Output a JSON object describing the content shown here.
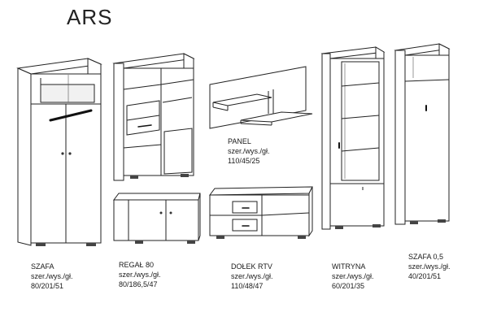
{
  "title": "ARS",
  "items": [
    {
      "name": "SZAFA",
      "dims_label": "szer./wys./gł.",
      "dims": "80/201/51"
    },
    {
      "name": "REGAŁ 80",
      "dims_label": "szer./wys./gł.",
      "dims": "80/186,5/47"
    },
    {
      "name": "PANEL",
      "dims_label": "szer./wys./gł.",
      "dims": "110/45/25"
    },
    {
      "name": "DOŁEK RTV",
      "dims_label": "szer./wys./gł.",
      "dims": "110/48/47"
    },
    {
      "name": "WITRYNA",
      "dims_label": "szer./wys./gł.",
      "dims": "60/201/35"
    },
    {
      "name": "SZAFA 0,5",
      "dims_label": "szer./wys./gł.",
      "dims": "40/201/51"
    }
  ]
}
